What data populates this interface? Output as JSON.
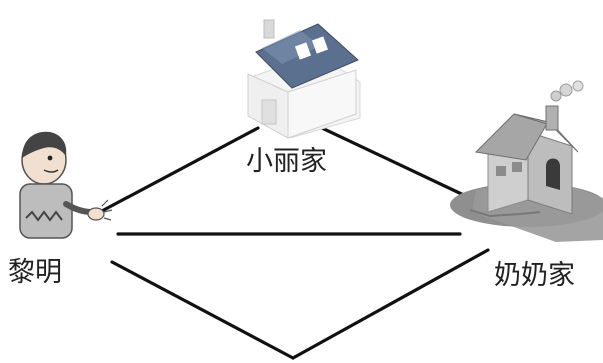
{
  "diagram": {
    "nodes": {
      "xiaoli_home": {
        "label": "小丽家",
        "icon": "house-icon"
      },
      "liming": {
        "label": "黎明",
        "icon": "boy-icon"
      },
      "grandma_home": {
        "label": "奶奶家",
        "icon": "cottage-icon"
      }
    },
    "routes": [
      {
        "from": "liming",
        "to": "xiaoli_home"
      },
      {
        "from": "xiaoli_home",
        "to": "grandma_home"
      },
      {
        "from": "liming",
        "to": "grandma_home"
      },
      {
        "from": "liming",
        "to": "grandma_home",
        "via": "bottom-vertex"
      }
    ],
    "colors": {
      "line": "#111111",
      "roof_blue": "#5b6f8f",
      "wall_light": "#f2f2f2",
      "cottage_wall": "#cfcfcf",
      "cottage_ground": "#8f8f8f",
      "boy_shirt": "#bdbdbd"
    }
  }
}
